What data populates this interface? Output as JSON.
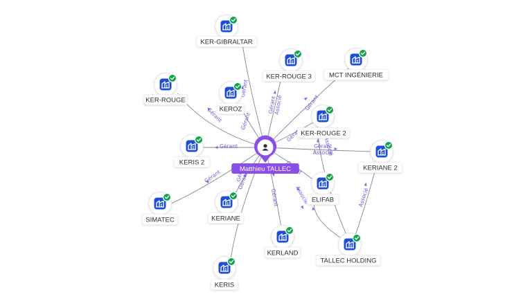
{
  "colors": {
    "company_icon": "#1c4fd6",
    "check_badge": "#12a44d",
    "person_accent": "#8a4fe6",
    "edge_label": "#6c5bd8",
    "edge_line": "#7d8794"
  },
  "person": {
    "label": "Matthieu TALLEC",
    "icon": "person-icon"
  },
  "companies": [
    {
      "id": "ker-gibraltar",
      "label": "KER-GIBRALTAR",
      "icon": "building-icon",
      "badge": "check-icon"
    },
    {
      "id": "ker-rouge-3",
      "label": "KER-ROUGE 3",
      "icon": "building-icon",
      "badge": "check-icon"
    },
    {
      "id": "mct-ingenierie",
      "label": "MCT INGÉNIERIE",
      "icon": "building-icon",
      "badge": "check-icon"
    },
    {
      "id": "ker-rouge",
      "label": "KER-ROUGE",
      "icon": "building-icon",
      "badge": "check-icon"
    },
    {
      "id": "keroz",
      "label": "KEROZ",
      "icon": "building-icon",
      "badge": "check-icon"
    },
    {
      "id": "ker-rouge-2",
      "label": "KER-ROUGE 2",
      "icon": "building-icon",
      "badge": "check-icon"
    },
    {
      "id": "keris-2",
      "label": "KERIS 2",
      "icon": "building-icon",
      "badge": "check-icon"
    },
    {
      "id": "keriane-2",
      "label": "KERIANE 2",
      "icon": "building-icon",
      "badge": "check-icon"
    },
    {
      "id": "simatec",
      "label": "SIMATEC",
      "icon": "building-icon",
      "badge": "check-icon"
    },
    {
      "id": "keriane",
      "label": "KERIANE",
      "icon": "building-icon",
      "badge": "check-icon"
    },
    {
      "id": "elifab",
      "label": "ELIFAB",
      "icon": "building-icon",
      "badge": "check-icon"
    },
    {
      "id": "kerland",
      "label": "KERLAND",
      "icon": "building-icon",
      "badge": "check-icon"
    },
    {
      "id": "tallec-holding",
      "label": "TALLEC HOLDING",
      "icon": "building-icon",
      "badge": "check-icon"
    },
    {
      "id": "keris",
      "label": "KERIS",
      "icon": "building-icon",
      "badge": "check-icon"
    }
  ],
  "links": [
    {
      "from": "person",
      "to": "ker-gibraltar",
      "labels": [
        "Gérant"
      ]
    },
    {
      "from": "person",
      "to": "ker-rouge-3",
      "labels": [
        "Gérant",
        "Associé"
      ]
    },
    {
      "from": "person",
      "to": "mct-ingenierie",
      "labels": [
        "Gérant"
      ]
    },
    {
      "from": "person",
      "to": "ker-rouge",
      "labels": [
        "Gérant"
      ]
    },
    {
      "from": "person",
      "to": "keroz",
      "labels": [
        "Gérant"
      ]
    },
    {
      "from": "person",
      "to": "ker-rouge-2",
      "labels": [
        "Gérant"
      ]
    },
    {
      "from": "person",
      "to": "keris-2",
      "labels": [
        "Gérant"
      ]
    },
    {
      "from": "person",
      "to": "keriane-2",
      "labels": [
        "Gérant",
        "Associé"
      ]
    },
    {
      "from": "person",
      "to": "simatec",
      "labels": [
        "Gérant"
      ]
    },
    {
      "from": "person",
      "to": "keriane",
      "labels": [
        "Gérant"
      ]
    },
    {
      "from": "person",
      "to": "elifab",
      "labels": [
        "Gérant",
        "Associé"
      ]
    },
    {
      "from": "person",
      "to": "kerland",
      "labels": [
        "Gérant"
      ]
    },
    {
      "from": "person",
      "to": "keris",
      "labels": [
        "Gérant"
      ]
    },
    {
      "from": "tallec-holding",
      "to": "ker-rouge-2",
      "labels": [
        "Associé"
      ]
    },
    {
      "from": "tallec-holding",
      "to": "elifab",
      "labels": []
    },
    {
      "from": "tallec-holding",
      "to": "keriane-2",
      "labels": [
        "Associé"
      ]
    }
  ]
}
